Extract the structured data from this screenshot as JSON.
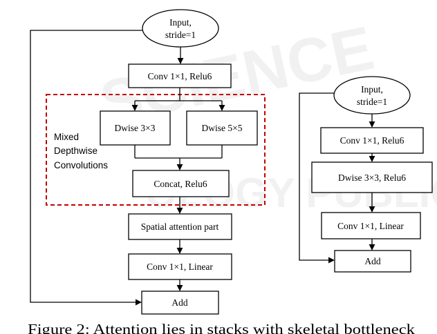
{
  "left_flow": {
    "input": [
      "Input,",
      "stride=1"
    ],
    "conv1": "Conv 1×1, Relu6",
    "dwise1": "Dwise 3×3",
    "dwise2": "Dwise  5×5",
    "concat": "Concat, Relu6",
    "spatial": "Spatial attention part",
    "conv2": "Conv 1×1, Linear",
    "add": "Add",
    "group_label": [
      "Mixed",
      "Depthwise",
      "Convolutions"
    ]
  },
  "right_flow": {
    "input": [
      "Input,",
      "stride=1"
    ],
    "conv1": "Conv 1×1, Relu6",
    "dwise": "Dwise 3×3,  Relu6",
    "conv2": "Conv 1×1, Linear",
    "add": "Add"
  },
  "caption": "Figure 2:  Attention lies in stacks with skeletal bottleneck",
  "colors": {
    "group_border": "#c00000",
    "stroke": "#000000"
  }
}
